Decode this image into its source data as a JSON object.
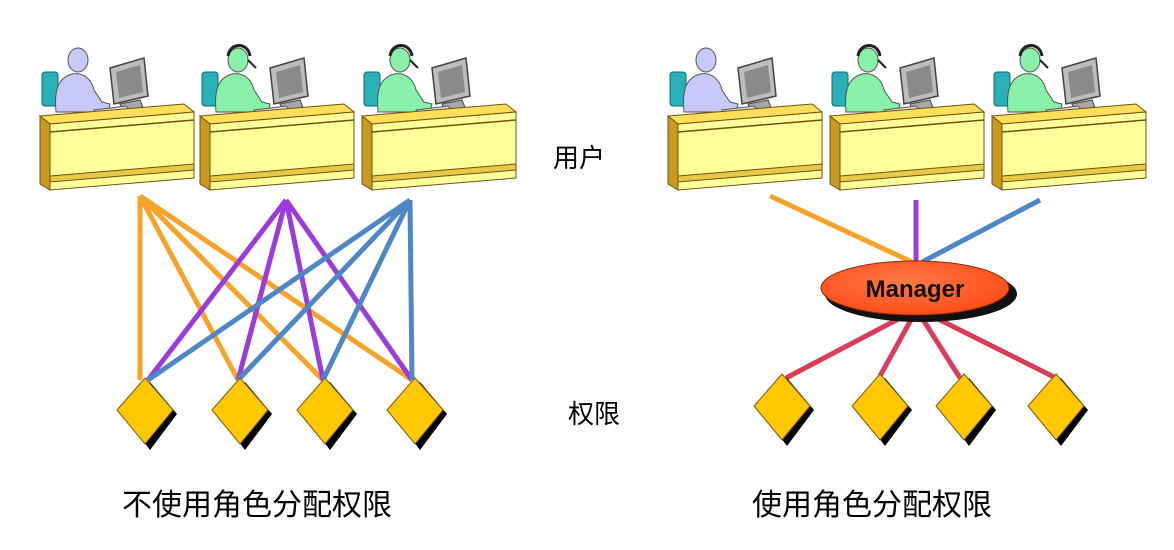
{
  "labels": {
    "users": "用户",
    "permissions": "权限"
  },
  "left_panel": {
    "caption": "不使用角色分配权限"
  },
  "right_panel": {
    "caption": "使用角色分配权限",
    "manager_label": "Manager"
  },
  "users": [
    {
      "icon": "user-workstation-icon",
      "person_color": "#c8c8f8",
      "headset": false
    },
    {
      "icon": "user-workstation-icon",
      "person_color": "#88f0a8",
      "headset": true
    },
    {
      "icon": "user-workstation-icon",
      "person_color": "#88f0a8",
      "headset": true
    }
  ],
  "permissions_count": 4,
  "colors": {
    "user1_line": "#f7a228",
    "user2_line": "#9b3bdc",
    "user3_line": "#4f86c6",
    "manager_line": "#dc3c5a",
    "manager_fill": "#ff5a28",
    "desk_top": "#ffde5a",
    "desk_front": "#ffff99",
    "desk_side": "#c89a22",
    "permission_fill": "#ffc800",
    "permission_shadow": "#000000"
  }
}
